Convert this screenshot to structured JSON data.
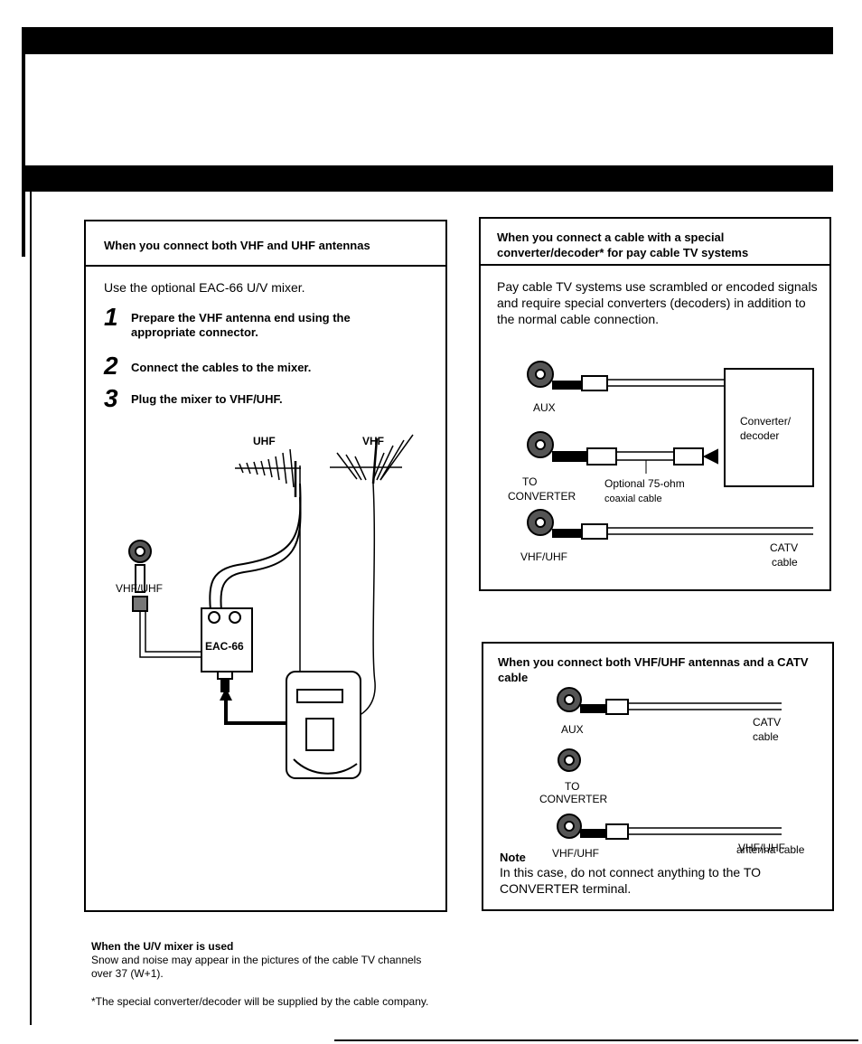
{
  "left_box": {
    "heading": "When you connect both VHF and UHF antennas",
    "intro": "Use the optional EAC-66 U/V mixer.",
    "steps": [
      {
        "num": "1",
        "text": "Prepare the VHF antenna end using the appropriate connector."
      },
      {
        "num": "2",
        "text": "Connect the cables to the mixer."
      },
      {
        "num": "3",
        "text": "Plug the mixer to VHF/UHF."
      }
    ],
    "diagram": {
      "uhf": "UHF",
      "vhf": "VHF",
      "terminal": "VHF/UHF",
      "mixer": "EAC-66"
    }
  },
  "right_top_box": {
    "heading": "When you connect a cable with a special converter/decoder* for pay cable TV systems",
    "body": "Pay cable TV systems use scrambled or encoded signals and require special converters (decoders) in addition to the normal cable connection.",
    "diagram": {
      "aux": "AUX",
      "to": "TO",
      "converter": "CONVERTER",
      "optional_line1": "Optional 75-ohm",
      "optional_line2": "coaxial cable",
      "vhfuhf": "VHF/UHF",
      "catv": "CATV",
      "cable": "cable",
      "conv_line1": "Converter/",
      "conv_line2": "decoder"
    }
  },
  "right_bottom_box": {
    "heading": "When you connect both VHF/UHF antennas and a CATV cable",
    "diagram": {
      "aux": "AUX",
      "catv": "CATV",
      "cable": "cable",
      "to": "TO",
      "converter": "CONVERTER",
      "vhfuhf": "VHF/UHF",
      "vhfuhf2": "VHF/UHF",
      "antenna_cable": "antenna cable"
    },
    "note_label": "Note",
    "note_text": "In this case, do not connect anything to the TO CONVERTER terminal."
  },
  "footnotes": {
    "mixer_title": "When the U/V mixer is used",
    "mixer_text": "Snow and noise may appear in the pictures of the cable TV channels over 37 (W+1).",
    "asterisk_text": "*The special converter/decoder will be supplied by the cable company."
  }
}
